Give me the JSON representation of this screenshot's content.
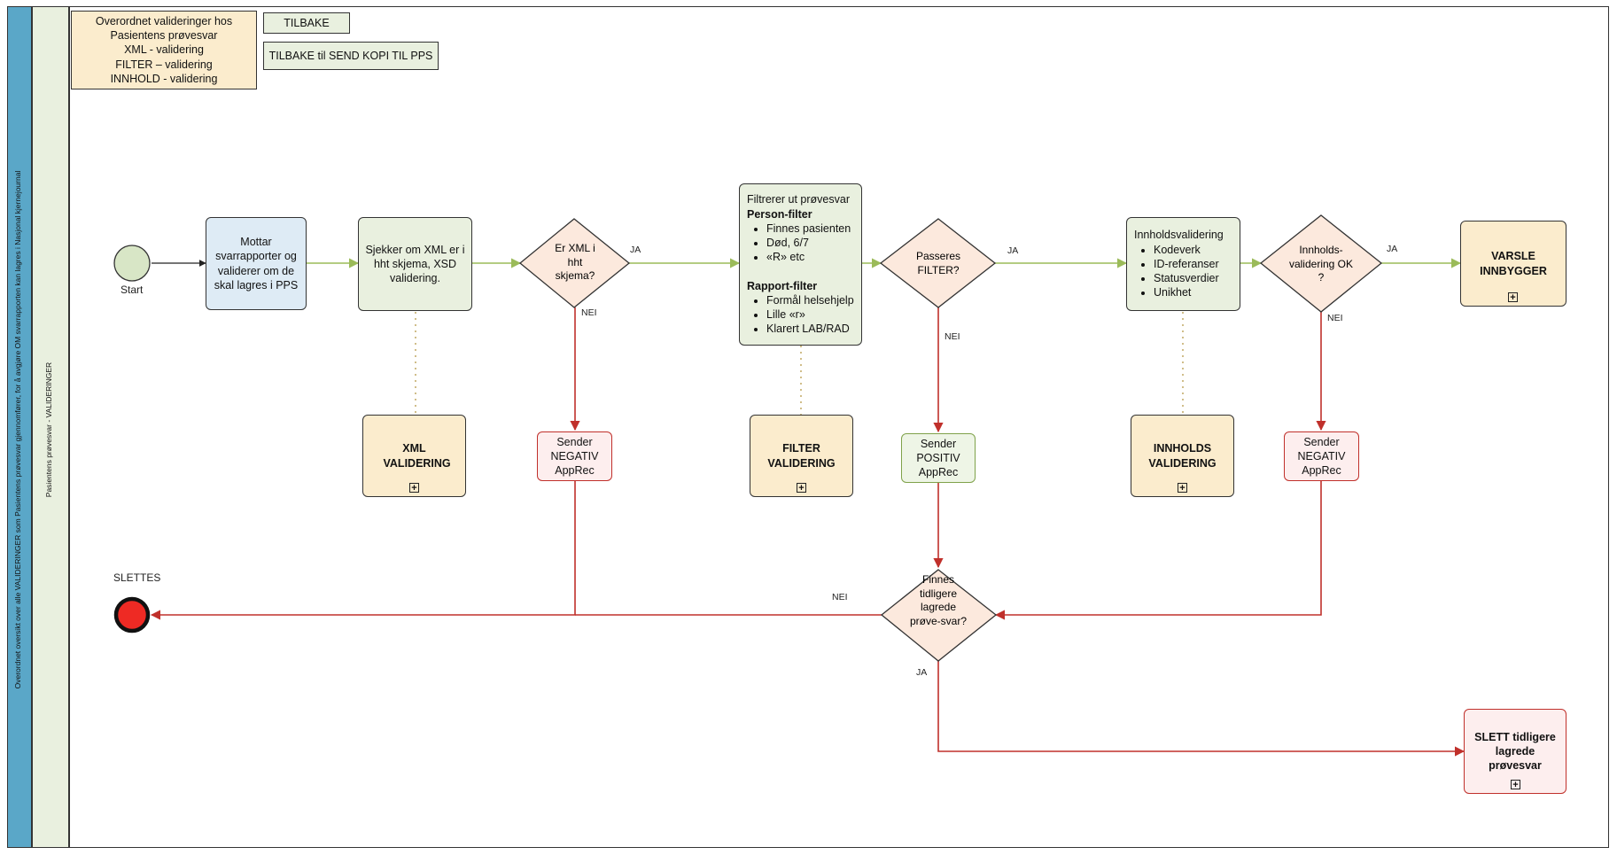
{
  "pool_label": "Overordnet oversikt over alle VALIDERINGER som Pasientens prøvesvar gjennomfører, for å avgjøre OM svarrapporten kan lagres i Nasjonal kjernejournal",
  "lane_label": "Pasientens prøvesvar - VALIDERINGER",
  "header_note": [
    "Overordnet valideringer hos",
    "Pasientens prøvesvar",
    "XML - validering",
    "FILTER – validering",
    "INNHOLD - validering"
  ],
  "back_button": "TILBAKE",
  "back_to_button": "TILBAKE til SEND KOPI TIL PPS",
  "start_label": "Start",
  "end_label": "SLETTES",
  "task_receive": "Mottar svarrapporter og validerer om de skal lagres i PPS",
  "task_xml_check": "Sjekker om XML er i hht skjema, XSD validering.",
  "gw_xml": "Er XML i hht skjema?",
  "task_filter": {
    "intro": "Filtrerer ut prøvesvar",
    "person_title": "Person-filter",
    "person_items": [
      "Finnes pasienten",
      "Død, 6/7",
      "«R» etc"
    ],
    "report_title": "Rapport-filter",
    "report_items": [
      "Formål helsehjelp",
      "Lille «r»",
      "Klarert LAB/RAD"
    ]
  },
  "gw_filter": "Passeres FILTER?",
  "task_content": {
    "title": "Innholdsvalidering",
    "items": [
      "Kodeverk",
      "ID-referanser",
      "Statusverdier",
      "Unikhet"
    ]
  },
  "gw_content": "Innholds-validering OK ?",
  "sub_notify": "VARSLE INNBYGGER",
  "sub_xml": "XML VALIDERING",
  "sub_filter": "FILTER VALIDERING",
  "sub_content": "INNHOLDS VALIDERING",
  "send_neg_1": "Sender NEGATIV AppRec",
  "send_pos": "Sender POSITIV AppRec",
  "send_neg_2": "Sender NEGATIV AppRec",
  "gw_prior": "Finnes tidligere lagrede prøve-svar?",
  "sub_delete": "SLETT tidligere lagrede prøvesvar",
  "flow_labels": {
    "ja1": "JA",
    "nei1": "NEI",
    "ja2": "JA",
    "nei2": "NEI",
    "ja3": "JA",
    "nei3": "NEI",
    "nei4": "NEI",
    "ja4": "JA"
  },
  "colors": {
    "pool_bg": "#5aa7c8",
    "lane_bg": "#e9f0df",
    "note_bg": "#fbeccd",
    "task_green": "#e9f0df",
    "task_blue": "#deebf5",
    "sub_yellow": "#fbeccd",
    "gateway": "#fce9dd",
    "send_neg": "#fdeeee",
    "send_pos": "#eef5e6",
    "flow_green": "#9bbb59",
    "flow_red": "#c0302b",
    "end_fill": "#ee2a24",
    "start_fill": "#d8e6c6"
  }
}
